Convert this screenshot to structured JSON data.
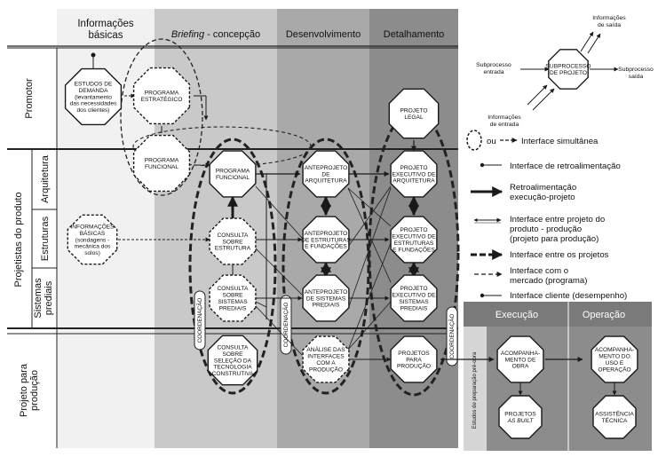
{
  "headers": {
    "informacoes_basicas": [
      "Informações",
      "básicas"
    ],
    "briefing_em": "Briefing",
    "briefing_rest": " - concepção",
    "desenvolvimento": "Desenvolvimento",
    "detalhamento": "Detalhamento",
    "execucao": "Execução",
    "operacao": "Operação"
  },
  "rows": {
    "promotor": "Promotor",
    "projetistas": "Projetistas do produto",
    "arquitetura": "Arquitetura",
    "estruturas": "Estruturas",
    "sistemas_prediais": [
      "Sistemas",
      "prediais"
    ],
    "projeto_producao": [
      "Projeto para",
      "produção"
    ]
  },
  "nodes": {
    "estudos_demanda": [
      "ESTUDOS DE",
      "DEMANDA",
      "(levantamento",
      "das necessidades",
      "dos clientes)"
    ],
    "programa_estrategico": [
      "PROGRAMA",
      "ESTRATÉGICO"
    ],
    "projeto_legal": [
      "PROJETO",
      "LEGAL"
    ],
    "programa_funcional_promotor": [
      "PROGRAMA",
      "FUNCIONAL"
    ],
    "programa_funcional": [
      "PROGRAMA",
      "FUNCIONAL"
    ],
    "anteprojeto_arquitetura": [
      "ANTEPROJETO",
      "DE",
      "ARQUITETURA"
    ],
    "projeto_executivo_arquitetura": [
      "PROJETO",
      "EXECUTIVO DE",
      "ARQUITETURA"
    ],
    "informacoes_basicas": [
      "INFORMAÇÕES",
      "BÁSICAS",
      "(sondagens -",
      "mecânica dos",
      "solos)"
    ],
    "consulta_estrutura": [
      "CONSULTA",
      "SOBRE",
      "ESTRUTURA"
    ],
    "anteprojeto_estruturas": [
      "ANTEPROJETO",
      "DE ESTRUTURAS",
      "E FUNDAÇÕES"
    ],
    "projeto_executivo_estruturas": [
      "PROJETO",
      "EXECUTIVO DE",
      "ESTRUTURAS",
      "E FUNDAÇÕES"
    ],
    "consulta_sistemas": [
      "CONSULTA",
      "SOBRE",
      "SISTEMAS",
      "PREDIAIS"
    ],
    "anteprojeto_sistemas": [
      "ANTEPROJETO",
      "DE SISTEMAS",
      "PREDIAIS"
    ],
    "projeto_executivo_sistemas": [
      "PROJETO",
      "EXECUTIVO DE",
      "SISTEMAS",
      "PREDIAIS"
    ],
    "consulta_tecnologia": [
      "CONSULTA",
      "SOBRE",
      "SELEÇÃO DA",
      "TECNOLOGIA",
      "CONSTRUTIVA"
    ],
    "analise_interfaces": [
      "ANÁLISE DAS",
      "INTERFACES",
      "COM A",
      "PRODUÇÃO"
    ],
    "projetos_producao": [
      "PROJETOS",
      "PARA",
      "PRODUÇÃO"
    ],
    "acompanhamento_obra": [
      "ACOMPANHA-",
      "MENTO DE",
      "OBRA"
    ],
    "acompanhamento_uso": [
      "ACOMPANHA-",
      "MENTO DO",
      "USO E",
      "OPERAÇÃO"
    ],
    "projetos_as_built": [
      "PROJETOS",
      "AS BUILT"
    ],
    "assistencia_tecnica": [
      "ASSISTÊNCIA",
      "TÉCNICA"
    ],
    "subprocesso": [
      "SUBPROCESSO",
      "DE PROJETO"
    ]
  },
  "coordenacao": "COORDENAÇÃO",
  "estudos_preparacao": "Estudos de preparação pré-obra",
  "mini": {
    "informacoes_saida": [
      "Informações",
      "de saída"
    ],
    "subprocesso_entrada": [
      "Subprocesso",
      "entrada"
    ],
    "subprocesso_saida": [
      "Subprocesso",
      "saída"
    ],
    "informacoes_entrada": [
      "Informações",
      "de entrada"
    ]
  },
  "legend": {
    "ou": "ou",
    "interface_simultanea": "Interface simultânea",
    "retroalimentacao_interface": "Interface de retroalimentação",
    "retroalimentacao_exec": [
      "Retroalimentação",
      "execução-projeto"
    ],
    "projeto_producao": [
      "Interface entre projeto do",
      "produto - produção",
      "(projeto para produção)"
    ],
    "entre_projetos": "Interface entre os projetos",
    "mercado": [
      "Interface com o",
      "mercado (programa)"
    ],
    "cliente": "Interface cliente (desempenho)"
  }
}
